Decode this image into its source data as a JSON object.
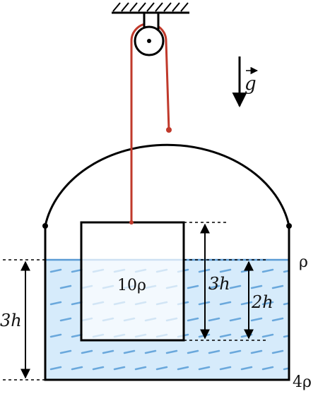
{
  "labels": {
    "gravity": "g",
    "block_density": "10ρ",
    "liquid_density": "ρ",
    "vessel_density": "4ρ",
    "block_height": "3h",
    "submerged_depth": "2h",
    "liquid_height": "3h"
  },
  "colors": {
    "rope": "#c0392b",
    "liquid_fill": "#d6ebfb",
    "liquid_line": "#5b9bd5",
    "wave_dash": "#6aa8dc",
    "outline": "#000000"
  },
  "icons": {
    "pulley": "pulley-icon",
    "ceiling": "ceiling-hatch-icon",
    "gravity_arrow": "arrow-down-icon"
  }
}
